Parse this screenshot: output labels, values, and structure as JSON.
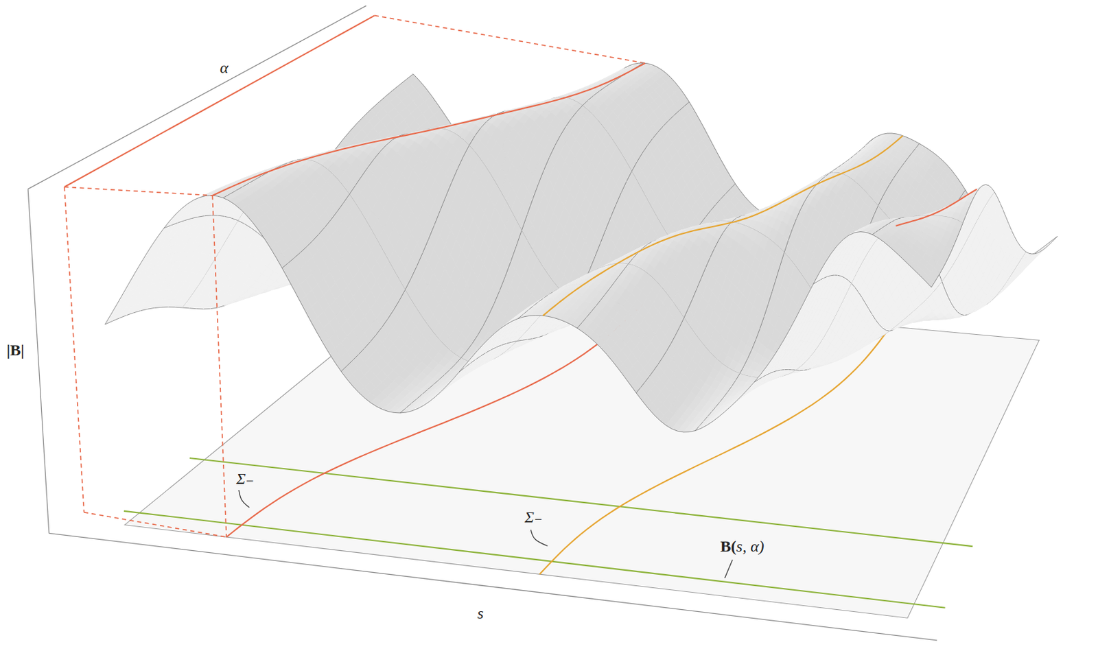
{
  "diagram": {
    "labels": [
      "α",
      "|B|",
      "s",
      "Σ₋",
      "Σ₋",
      "B(s, α)"
    ]
  }
}
